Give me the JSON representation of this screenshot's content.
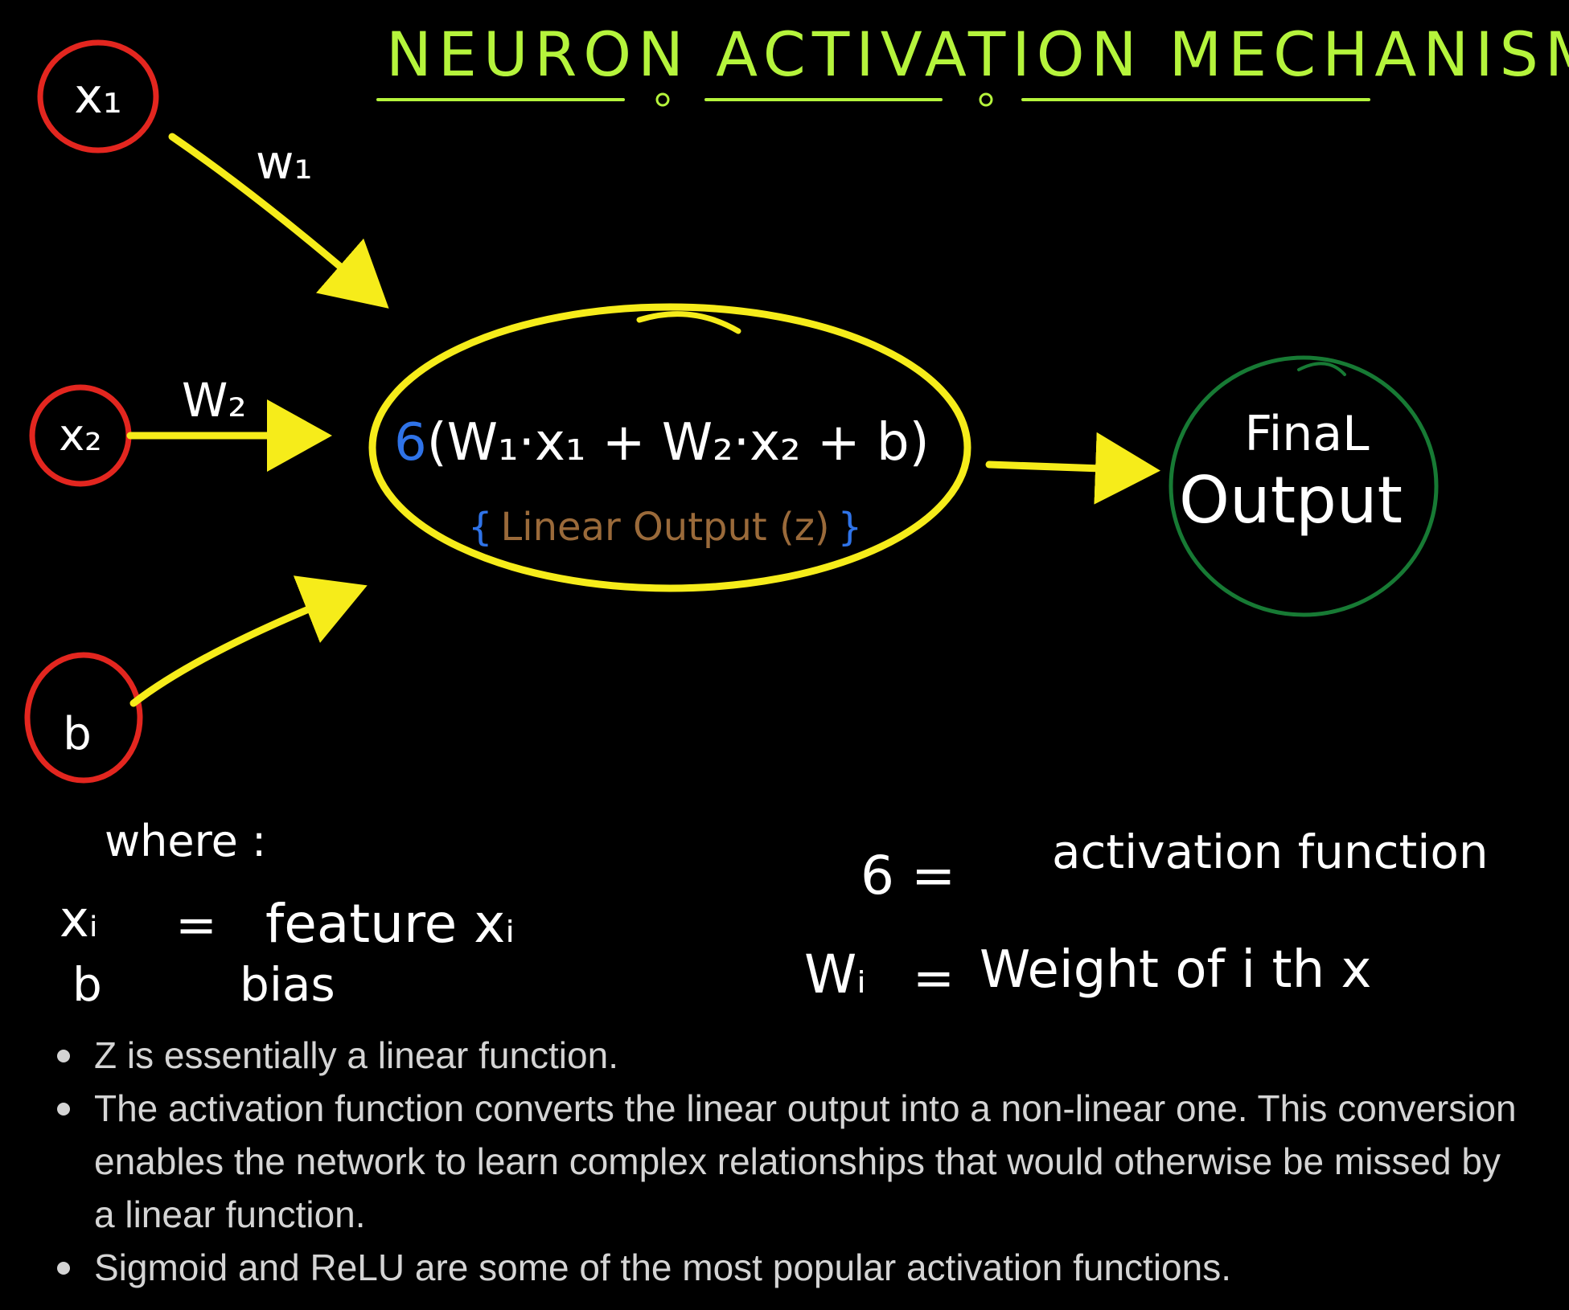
{
  "title": "NEURON ACTIVATION MECHANISM",
  "inputs": {
    "x1": "x₁",
    "x2": "x₂",
    "b": "b"
  },
  "weights": {
    "w1": "w₁",
    "w2": "W₂"
  },
  "neuron": {
    "formula_sigma": "6",
    "formula_body": "(W₁·x₁ + W₂·x₂ + b)",
    "linear_open": "{",
    "linear_label": "Linear Output (z)",
    "linear_close": "}"
  },
  "output": {
    "line1": "FinaL",
    "line2": "Output"
  },
  "legend": {
    "where_label": "where :",
    "x_term": "xᵢ",
    "x_eq": "=",
    "x_def": "feature xᵢ",
    "b_term": "b",
    "b_def": "bias",
    "sigma_term": "6 =",
    "sigma_def": "activation function",
    "w_term": "Wᵢ",
    "w_eq": "=",
    "w_def": "Weight of i th x"
  },
  "bullets": [
    "Z is essentially a linear function.",
    "The activation function converts the linear output into a non-linear one. This conversion enables the network to learn complex relationships that would otherwise be missed by a linear function.",
    "Sigmoid and ReLU are some of the most popular activation functions."
  ],
  "colors": {
    "background": "#000000",
    "title": "#b5f43c",
    "input_circle": "#e3261f",
    "arrow": "#f6ec1a",
    "neuron_circle": "#f6ec1a",
    "formula": "#2f73e8",
    "linear_brace": "#2f73e8",
    "linear_text": "#9a6a3a",
    "output_circle": "#177a34",
    "handwriting": "#ffffff",
    "bullet_text": "#d4d4d4"
  }
}
